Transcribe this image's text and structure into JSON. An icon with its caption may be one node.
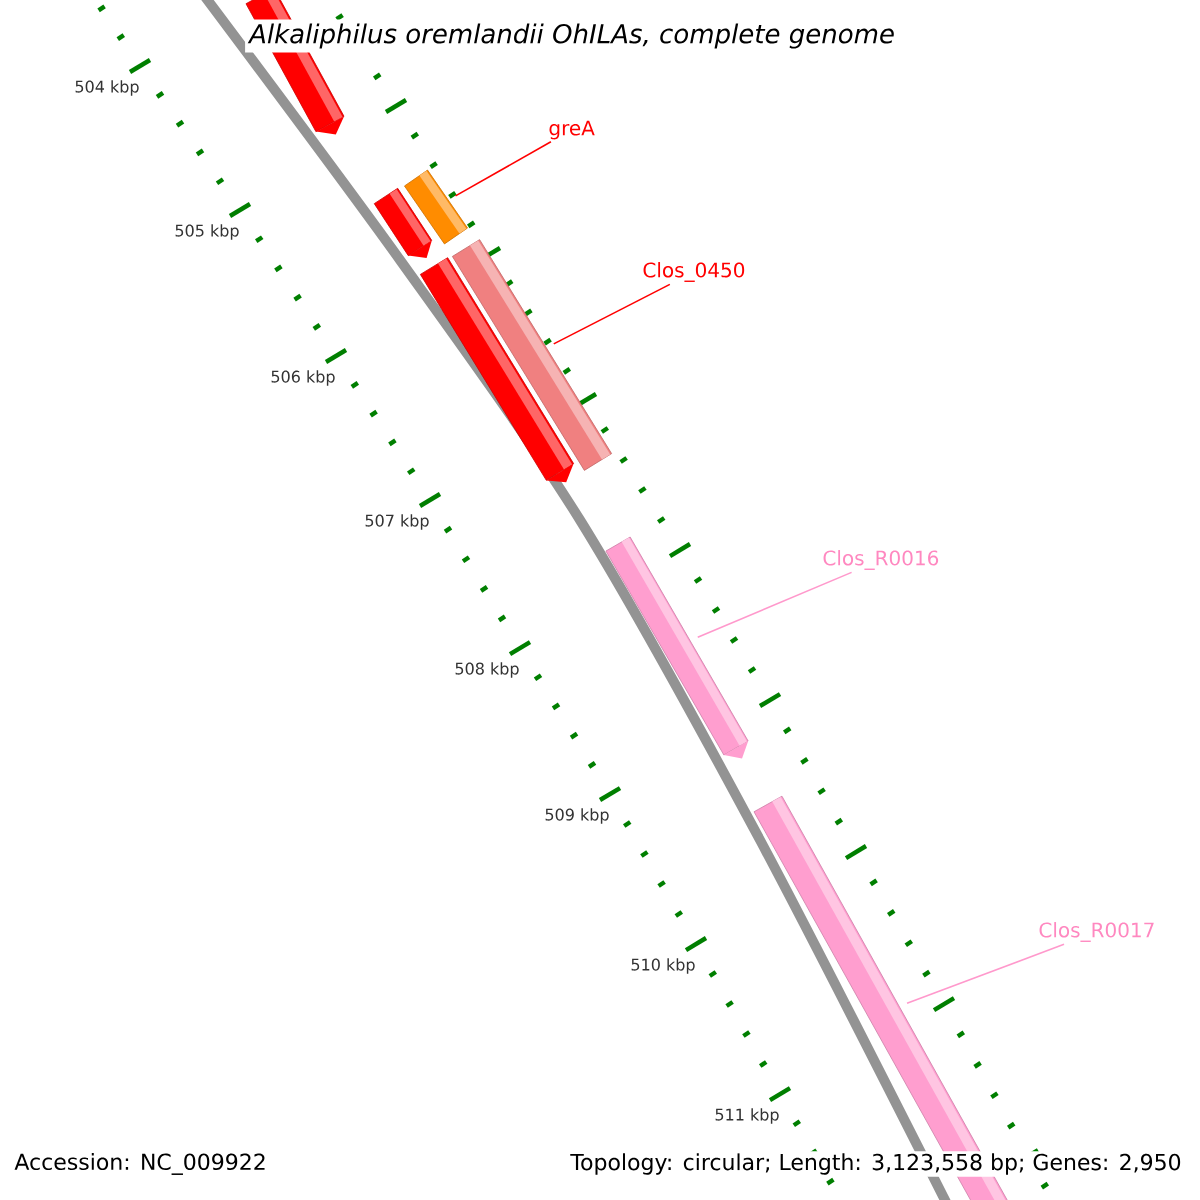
{
  "diagram": {
    "title": "Alkaliphilus oremlandii OhILAs, complete genome",
    "nodes": [
      {
        "text": [
          "greA"
        ]
      },
      {
        "text": [
          "Clos_0450"
        ]
      },
      {
        "text": [
          "Clos_R0016"
        ]
      },
      {
        "text": [
          "Clos_R0017"
        ]
      },
      {
        "text": [],
        "shape": "bar"
      },
      {
        "text": [],
        "shape": "bar"
      },
      {
        "text": [],
        "shape": "bar"
      },
      {
        "text": [],
        "shape": "bar"
      },
      {
        "text": [],
        "shape": "bar"
      },
      {
        "text": [],
        "shape": "bar"
      },
      {
        "text": [],
        "shape": "bar"
      }
    ],
    "edges": [
      {
        "from": 0,
        "to": 5,
        "arrow": "none",
        "color": "#ff0000"
      },
      {
        "from": 1,
        "to": 7,
        "arrow": "none",
        "color": "#ff0000"
      },
      {
        "from": 2,
        "to": 9,
        "arrow": "none",
        "color": "#ff99cc"
      },
      {
        "from": 3,
        "to": 10,
        "arrow": "none",
        "color": "#ff99cc"
      }
    ],
    "labels": [
      "504 kbp",
      "505 kbp",
      "506 kbp",
      "507 kbp",
      "508 kbp",
      "509 kbp",
      "510 kbp",
      "511 kbp",
      "Accession: NC_009922",
      "Topology: circular; Length: 3,123,558 bp; Genes: 2,950"
    ]
  }
}
